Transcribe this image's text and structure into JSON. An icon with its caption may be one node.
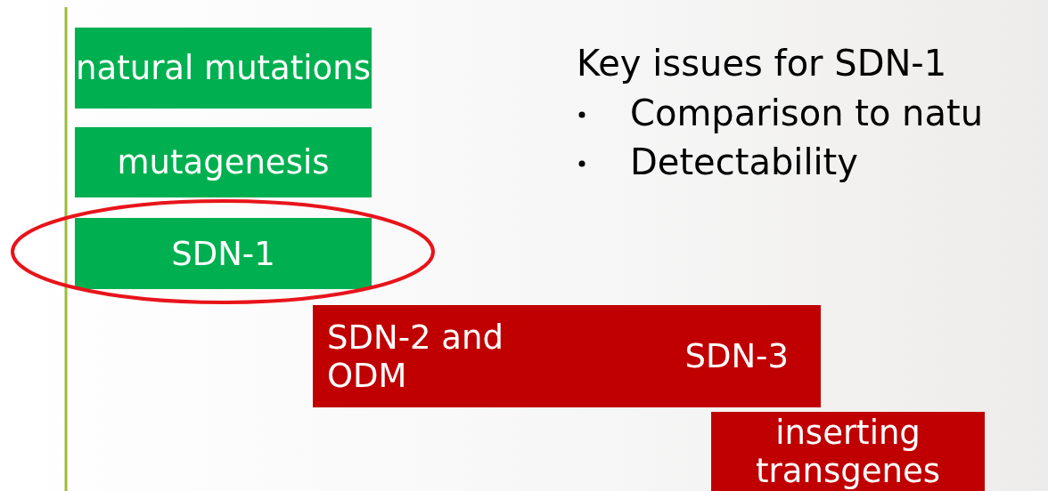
{
  "diagram": {
    "nodes": [
      {
        "text": [
          "natural mutations"
        ]
      },
      {
        "text": [
          "mutagenesis"
        ]
      },
      {
        "text": [
          "SDN-1"
        ]
      },
      {
        "text": [
          "SDN-2 and ODM",
          "SDN-3"
        ]
      },
      {
        "text": [
          "inserting transgenes"
        ]
      }
    ],
    "labels": [
      "Key issues for SDN-1",
      "Comparison to natu",
      "Detectability"
    ]
  }
}
